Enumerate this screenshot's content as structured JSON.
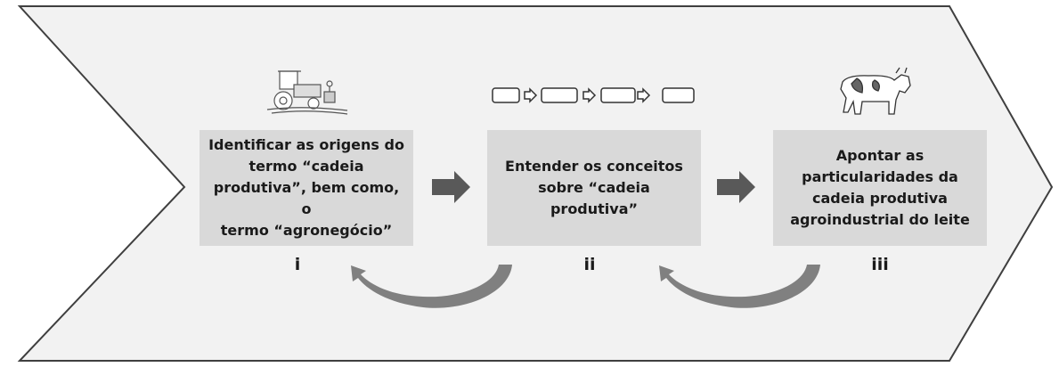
{
  "steps": [
    {
      "lines": [
        "Identificar as origens do",
        "termo “cadeia",
        "produtiva”, bem como, o",
        "termo “agronegócio”"
      ],
      "label": "i",
      "icon": "tractor-icon"
    },
    {
      "lines": [
        "Entender os conceitos",
        "sobre “cadeia produtiva”"
      ],
      "label": "ii",
      "icon": "process-flow-icon"
    },
    {
      "lines": [
        "Apontar as",
        "particularidades da",
        "cadeia produtiva",
        "agroindustrial do leite"
      ],
      "label": "iii",
      "icon": "cow-icon"
    }
  ],
  "colors": {
    "chevron_fill": "#f2f2f2",
    "chevron_stroke": "#3f3f3f",
    "box_fill": "#d9d9d9",
    "arrow_fill": "#595959",
    "curved_arrow": "#808080"
  }
}
